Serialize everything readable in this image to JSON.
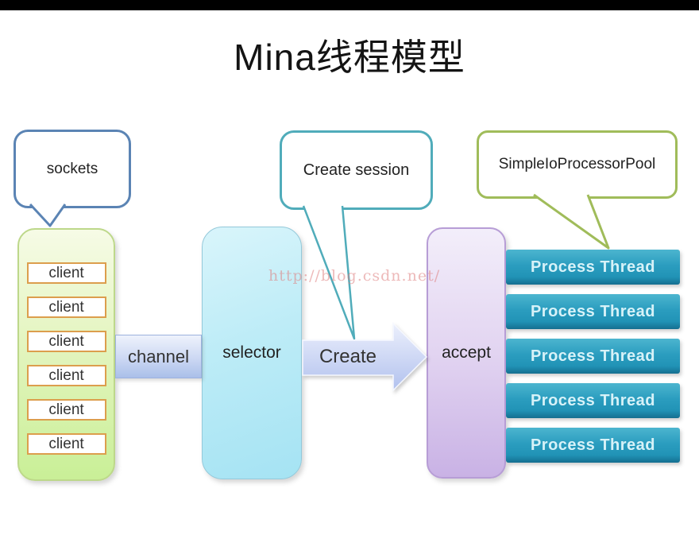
{
  "title": "Mina线程模型",
  "watermark": "http://blog.csdn.net/",
  "callouts": {
    "sockets": "sockets",
    "create_session": "Create session",
    "processor_pool": "SimpleIoProcessorPool"
  },
  "clients": {
    "items": [
      "client",
      "client",
      "client",
      "client",
      "client",
      "client"
    ]
  },
  "flow": {
    "channel": "channel",
    "selector": "selector",
    "create": "Create",
    "accept": "accept"
  },
  "threads": {
    "items": [
      "Process Thread",
      "Process Thread",
      "Process Thread",
      "Process Thread",
      "Process Thread"
    ]
  },
  "colors": {
    "sockets_bubble_border": "#5b84b4",
    "session_bubble_border": "#50acba",
    "pool_bubble_border": "#a0bc5a",
    "client_border": "#dc9e4d",
    "clients_box_fill": "#d9f2ab",
    "selector_fill": "#b3e8f5",
    "accept_fill": "#dccbee",
    "thread_bar_fill": "#2a9cbd",
    "connector_fill": "#bfd0f1"
  }
}
